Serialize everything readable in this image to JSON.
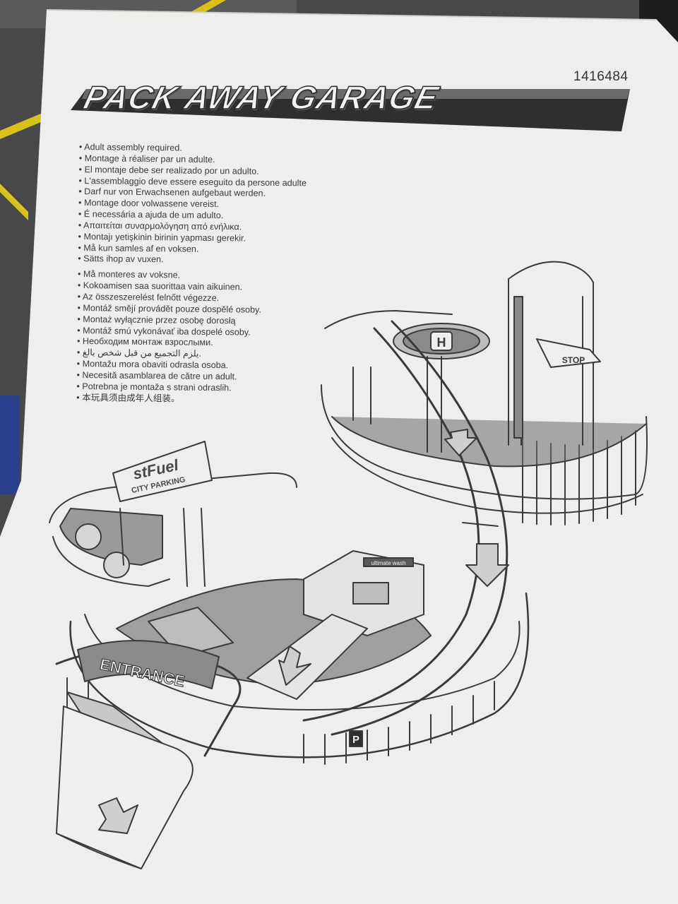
{
  "document": {
    "item_number": "1416484",
    "title": "PACK AWAY GARAGE",
    "assembly_warnings": [
      "Adult assembly required.",
      "Montage à réaliser par un adulte.",
      "El montaje debe ser realizado por un adulto.",
      "L'assemblaggio deve essere eseguito da persone adulte",
      "Darf nur von Erwachsenen aufgebaut werden.",
      "Montage door volwassene vereist.",
      "É necessária a ajuda de um adulto.",
      "Απαιτείται συναρμολόγηση από ενήλικα.",
      "Montajı yetişkinin birinin yapması gerekir.",
      "Må kun samles af en voksen.",
      "Sätts ihop av vuxen.",
      "Må monteres av voksne.",
      "Kokoamisen saa suorittaa vain aikuinen.",
      "Az összeszerelést felnőtt végezze.",
      "Montáž smějí provádět pouze dospělé osoby.",
      "Montaż wyłącznie przez osobę dorosłą",
      "Montáž smú vykonávať iba dospelé osoby.",
      "Необходим монтаж взрослыми.",
      "يلزم التجميع من قبل شخص بالغ.",
      "Montažu mora obaviti odrasla osoba.",
      "Necesită asamblarea de către un adult.",
      "Potrebna je montaža s strani odraslih.",
      "本玩具须由成年人组装。"
    ]
  },
  "illustration": {
    "entrance_sign": "ENTRANCE",
    "fuel_sign": "stFuel",
    "parking_sign": "CITY PARKING",
    "stop_sign": "STOP",
    "helipad_letter": "H",
    "parking_letter": "P",
    "wash_sign": "ultimate wash"
  },
  "colors": {
    "paper": "#eeeeec",
    "ink": "#2e2e2e",
    "table": "#4a4a4c",
    "tape_yellow": "#d8c21a",
    "toy_orange": "#f08a1c"
  }
}
